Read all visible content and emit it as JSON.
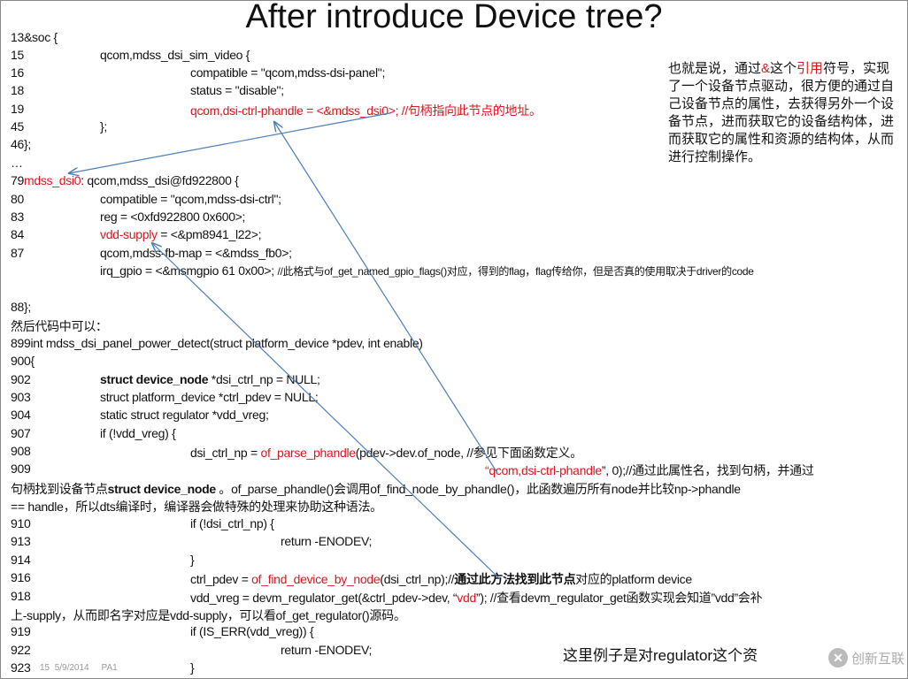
{
  "title": "After introduce Device tree?",
  "lines": {
    "l1": "13&soc {",
    "l2n": "15",
    "l2": "qcom,mdss_dsi_sim_video {",
    "l3n": "16",
    "l3": "compatible = \"qcom,mdss-dsi-panel\";",
    "l4n": "18",
    "l4": "status = \"disable\";",
    "l5n": "19",
    "l5": "qcom,dsi-ctrl-phandle = <&mdss_dsi0>; //句柄指向此节点的地址。",
    "l6n": "45",
    "l6": "};",
    "l7": "46};",
    "l8": "…",
    "l9a": "79",
    "l9b": "mdss_dsi0",
    "l9c": ": qcom,mdss_dsi@fd922800 {",
    "l10n": "80",
    "l10": "compatible = \"qcom,mdss-dsi-ctrl\";",
    "l11n": "83",
    "l11": "reg = <0xfd922800 0x600>;",
    "l12n": "84",
    "l12a": "vdd-supply",
    "l12b": " = <&pm8941_l22>;",
    "l13n": "87",
    "l13": "qcom,mdss-fb-map = <&mdss_fb0>;",
    "l14a": "irq_gpio = <&msmgpio 61 0x00>; ",
    "l14b": "//此格式与of_get_named_gpio_flags()对应，得到的flag，flag传给你，但是否真的使用取决于driver的code",
    "l15": "88};",
    "l16": "然后代码中可以：",
    "l17": "899int mdss_dsi_panel_power_detect(struct platform_device *pdev, int enable)",
    "l18": "900{",
    "l19n": "902",
    "l19a": "struct device_node",
    "l19b": " *dsi_ctrl_np = NULL;",
    "l20n": "903",
    "l20": "struct platform_device *ctrl_pdev = NULL;",
    "l21n": "904",
    "l21": "static struct regulator *vdd_vreg;",
    "l22n": "907",
    "l22": "if (!vdd_vreg) {",
    "l23n": "908",
    "l23a": "dsi_ctrl_np = ",
    "l23b": "of_parse_phandle",
    "l23c": "(pdev->dev.of_node,    //参见下面函数定义。",
    "l24n": "909",
    "l24a": "“qcom,dsi-ctrl-phandle",
    "l24b": "”, 0);//通过此属性名，找到句柄，并通过",
    "l25a": "句柄找到设备节点",
    "l25b": "struct device_node",
    "l25c": " 。of_parse_phandle()会调用of_find_node_by_phandle()，此函数遍历所有node并比较np->phandle",
    "l26": "== handle，所以dts编译时，编译器会做特殊的处理来协助这种语法。",
    "l27n": "910",
    "l27": "if (!dsi_ctrl_np) {",
    "l28n": "913",
    "l28": "return -ENODEV;",
    "l29n": "914",
    "l29": "}",
    "l30n": "916",
    "l30a": "ctrl_pdev = ",
    "l30b": "of_find_device_by_node",
    "l30c": "(dsi_ctrl_np);//",
    "l30d": "通过此方法找到此节点",
    "l30e": "对应的platform device",
    "l31n": "918",
    "l31a": "vdd_vreg = devm_regulator_get(&ctrl_pdev->dev, “",
    "l31b": "vdd",
    "l31c": "”); //查看devm_regulator_get函数实现会知道”vdd”会补",
    "l32": "上-supply，从而即名字对应是vdd-supply，可以看of_get_regulator()源码。",
    "l33n": "919",
    "l33": "if (IS_ERR(vdd_vreg)) {",
    "l34n": "922",
    "l34": "return -ENODEV;",
    "l35n": "923",
    "l35": "}"
  },
  "note": {
    "a": "也就是说，通过",
    "b": "&",
    "c": "这个",
    "d": "引用",
    "e": "符号，实现了一个设备节点驱动，很方便的通过自己设备节点的属性，去获得另外一个设备节点，进而获取它的设备结构体，进而获取它的属性和资源的结构体，从而进行控制操作。"
  },
  "tail_text": "这里例子是对regulator这个资",
  "footer": {
    "slide": "15",
    "date": "5/9/2014",
    "label": "PA1"
  },
  "watermark": "创新互联",
  "colors": {
    "highlight": "#e0141e",
    "arrow": "#4a7ebb"
  }
}
